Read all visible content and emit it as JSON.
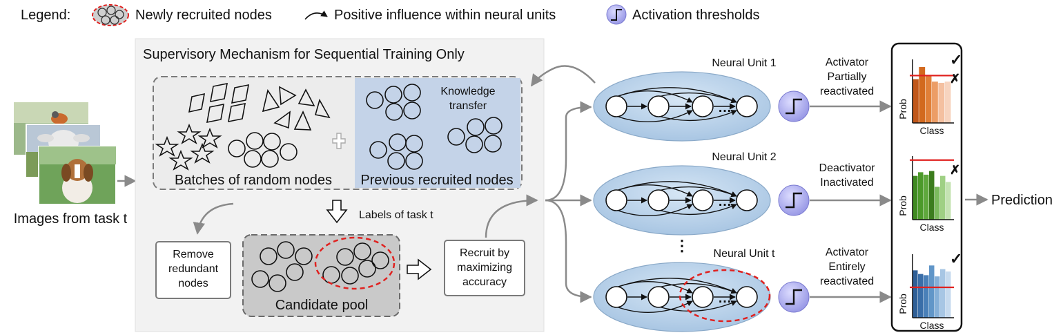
{
  "legend": {
    "title": "Legend:",
    "recruited": "Newly recruited nodes",
    "influence": "Positive influence within neural units",
    "thresholds": "Activation thresholds"
  },
  "input": {
    "caption": "Images from task t"
  },
  "supervisory": {
    "title": "Supervisory Mechanism for Sequential Training Only",
    "random_nodes": "Batches of random nodes",
    "previous_nodes": "Previous recruited nodes",
    "knowledge_1": "Knowledge",
    "knowledge_2": "transfer",
    "labels": "Labels of task t",
    "remove_1": "Remove",
    "remove_2": "redundant",
    "remove_3": "nodes",
    "candidate_pool": "Candidate pool",
    "recruit_1": "Recruit by",
    "recruit_2": "maximizing",
    "recruit_3": "accuracy"
  },
  "units": [
    {
      "name": "Neural Unit 1",
      "state_1": "Activator",
      "state_2": "Partially",
      "state_3": "reactivated"
    },
    {
      "name": "Neural Unit 2",
      "state_1": "Deactivator",
      "state_2": "Inactivated"
    },
    {
      "name": "Neural Unit t",
      "state_1": "Activator",
      "state_2": "Entirely",
      "state_3": "reactivated"
    }
  ],
  "charts": {
    "ylabel": "Prob",
    "xlabel": "Class",
    "check": "✓",
    "cross": "✗"
  },
  "output": {
    "prediction": "Prediction"
  },
  "colors": {
    "unit_fill": "#bcd4ea",
    "threshold_fill": "#b9b9f0",
    "red": "#e0211f",
    "orange": "#d2691e",
    "green": "#4c9a2a",
    "blue": "#3a6ea8"
  }
}
